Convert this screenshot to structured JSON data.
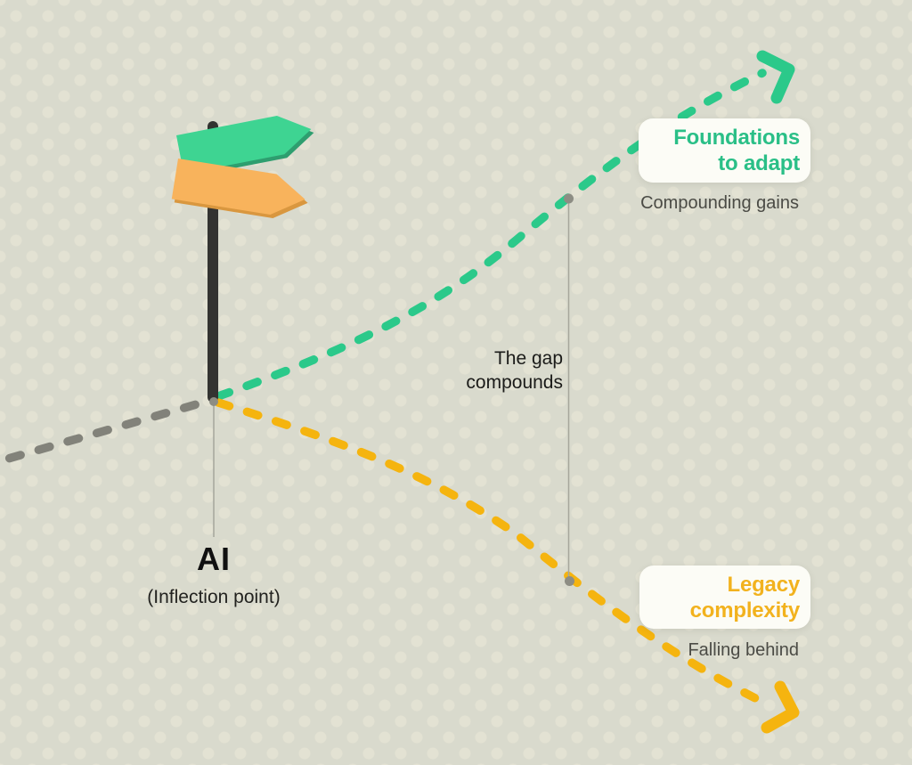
{
  "diagram": {
    "inflection": {
      "title": "AI",
      "subtitle": "(Inflection point)"
    },
    "gap": {
      "line1": "The gap",
      "line2": "compounds"
    },
    "upper_path": {
      "card_line1": "Foundations",
      "card_line2": "to adapt",
      "caption": "Compounding gains"
    },
    "lower_path": {
      "card_line1": "Legacy",
      "card_line2": "complexity",
      "caption": "Falling behind"
    },
    "colors": {
      "green_curve": "#2bc98a",
      "green_sign": "#3ed492",
      "green_sign_edge": "#2e9e6f",
      "green_text": "#2abf87",
      "yellow_curve": "#f5b40f",
      "orange_sign": "#f8b35c",
      "orange_sign_edge": "#d9973f",
      "yellow_text": "#f2b21e",
      "gray_curve": "#82827a",
      "pole": "#333331",
      "marker_dot": "#8d8d84",
      "thin_line": "#a6a69b",
      "background": "#d9dacd",
      "background_dot": "#e3e2d3",
      "card_background": "#fcfcf6",
      "caption_text": "#4b4b45",
      "dark_text": "#1b1b19"
    }
  }
}
